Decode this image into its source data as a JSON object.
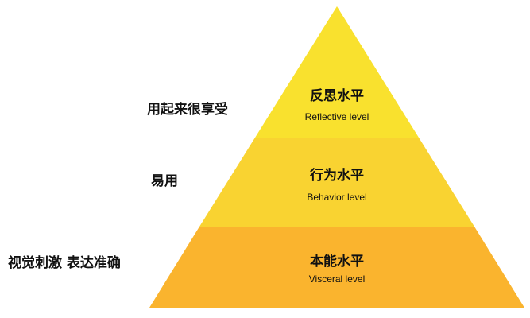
{
  "levels": [
    {
      "title": "反思水平",
      "subtitle": "Reflective level",
      "label": "用起来很享受",
      "color": "#F9E12E"
    },
    {
      "title": "行为水平",
      "subtitle": "Behavior level",
      "label": "易用",
      "color": "#F9D331"
    },
    {
      "title": "本能水平",
      "subtitle": "Visceral level",
      "label": "视觉刺激 表达准确",
      "color": "#FAB42E"
    }
  ]
}
